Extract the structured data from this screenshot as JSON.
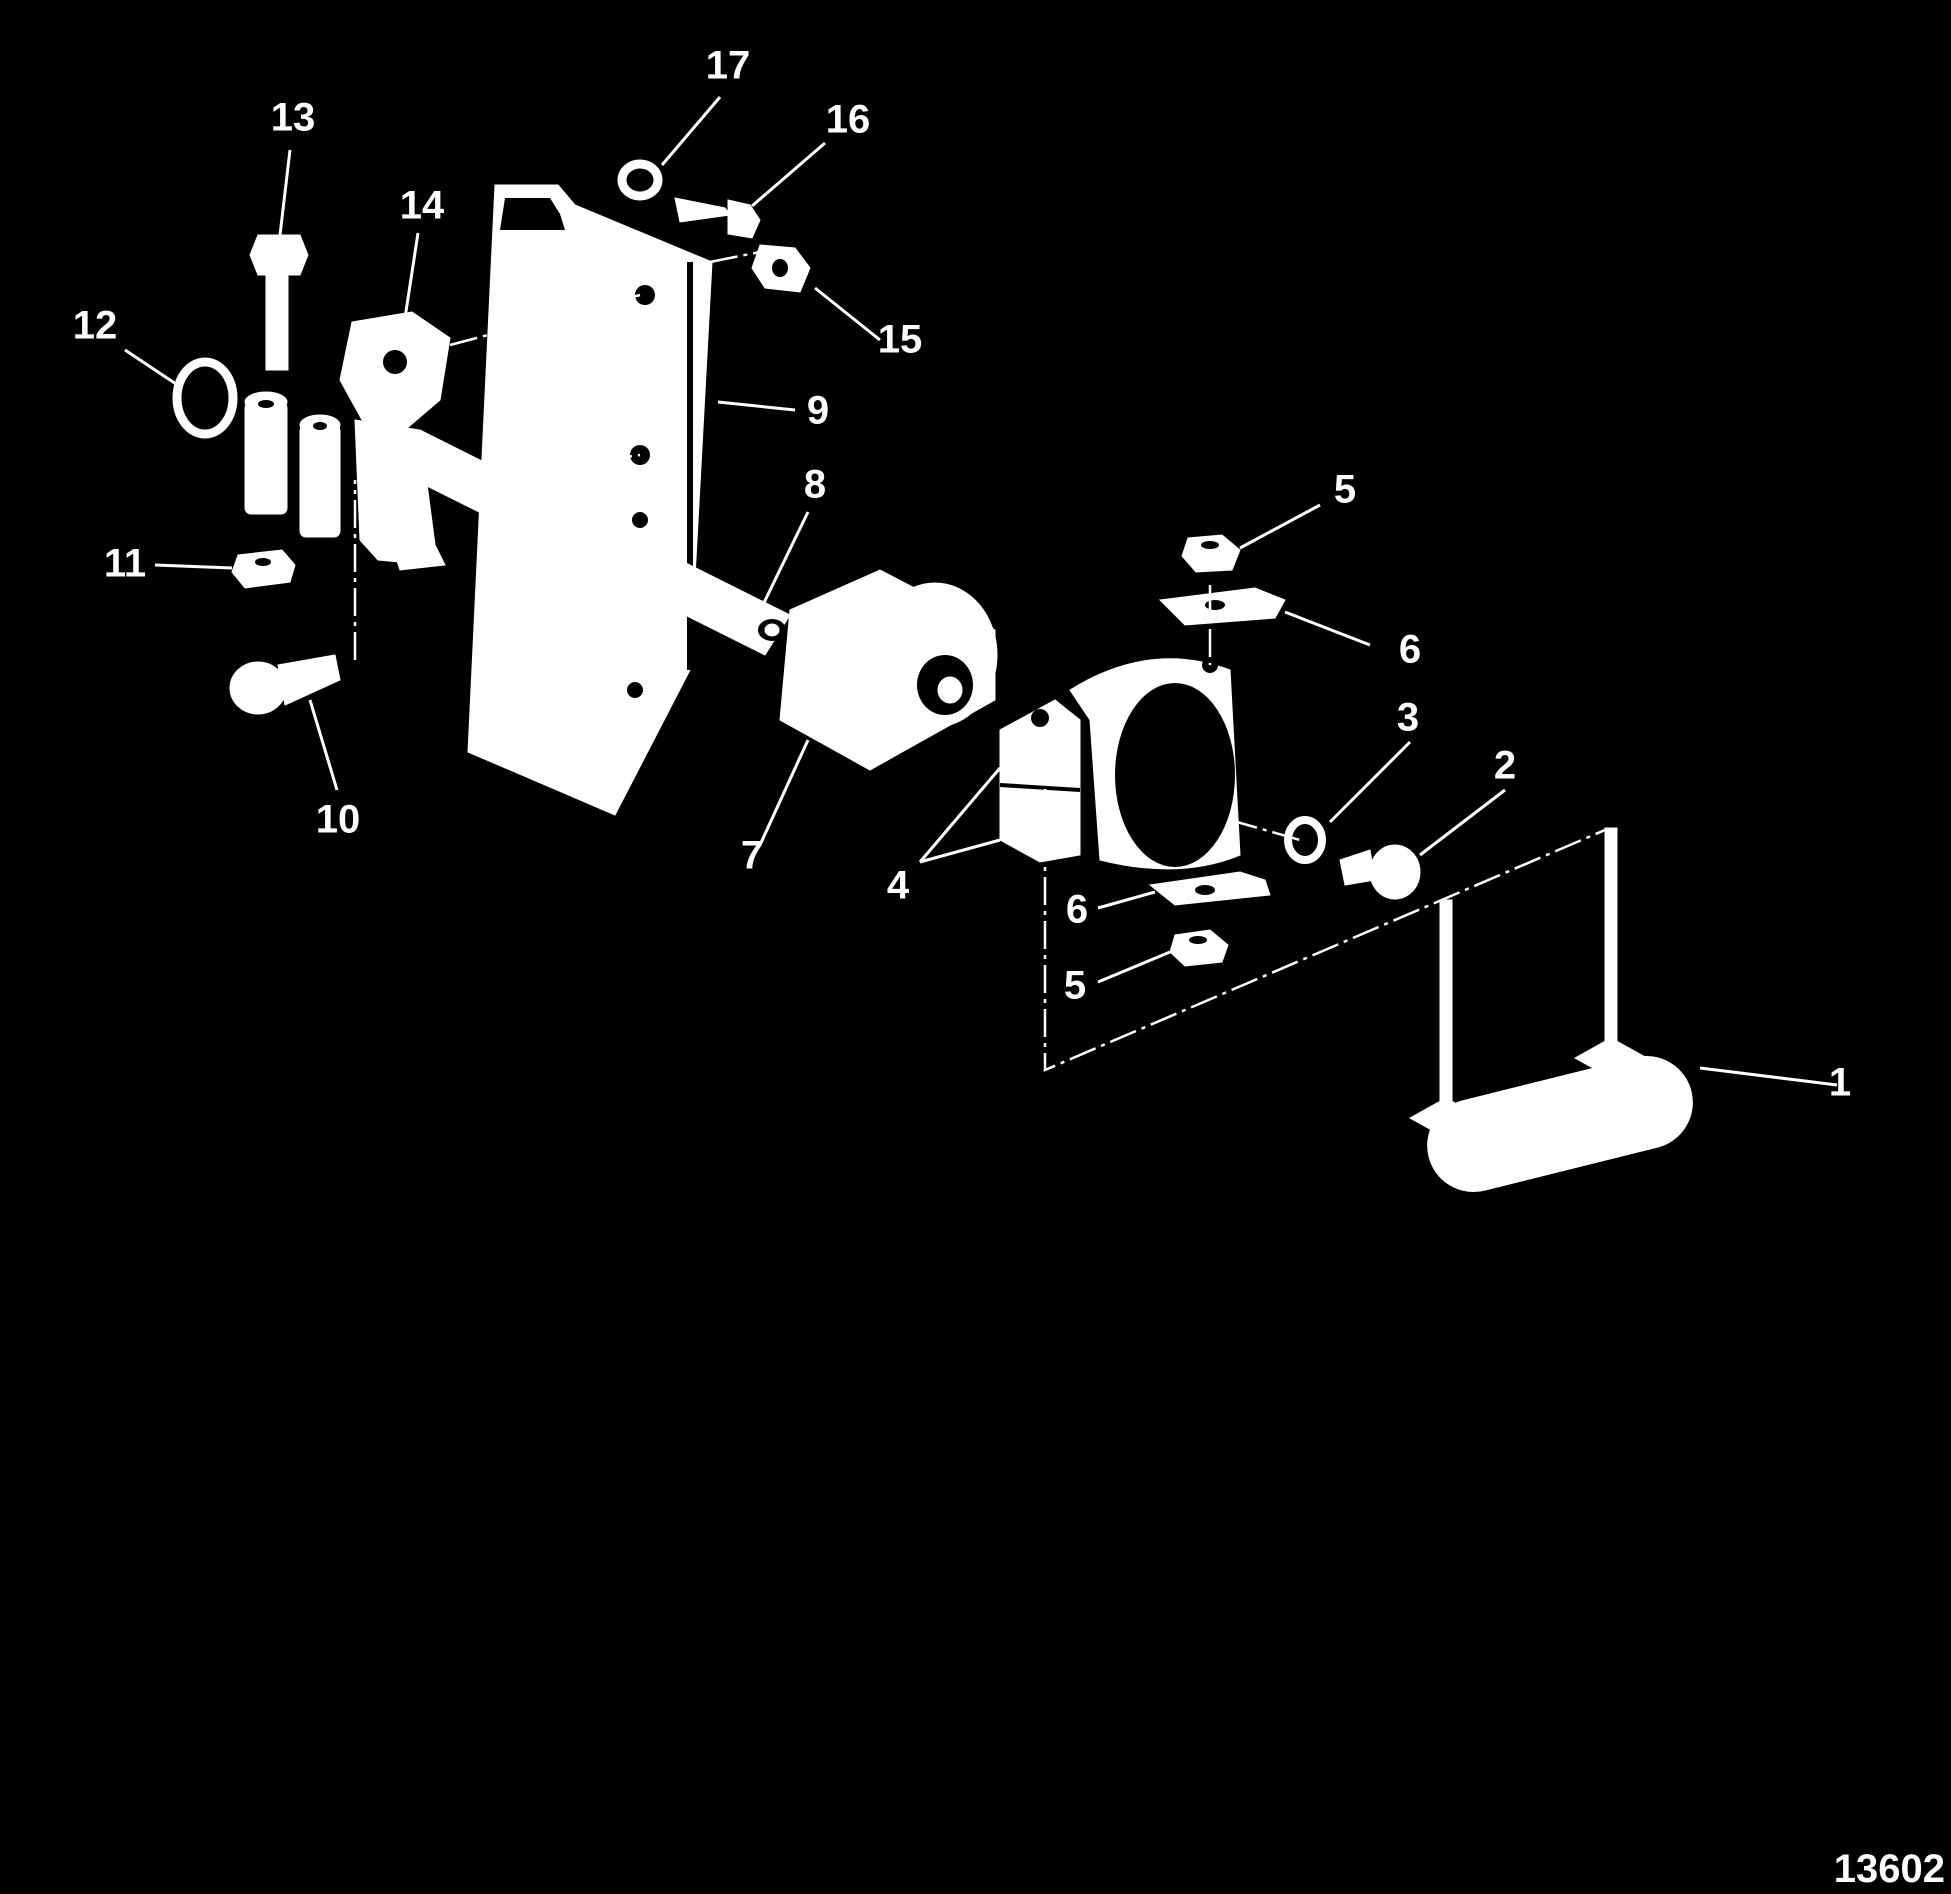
{
  "diagram": {
    "figure_number": "13602",
    "callouts": [
      {
        "id": "c1",
        "label": "1"
      },
      {
        "id": "c2",
        "label": "2"
      },
      {
        "id": "c3",
        "label": "3"
      },
      {
        "id": "c4",
        "label": "4"
      },
      {
        "id": "c5a",
        "label": "5"
      },
      {
        "id": "c5b",
        "label": "5"
      },
      {
        "id": "c6a",
        "label": "6"
      },
      {
        "id": "c6b",
        "label": "6"
      },
      {
        "id": "c7",
        "label": "7"
      },
      {
        "id": "c8",
        "label": "8"
      },
      {
        "id": "c9",
        "label": "9"
      },
      {
        "id": "c10",
        "label": "10"
      },
      {
        "id": "c11",
        "label": "11"
      },
      {
        "id": "c12",
        "label": "12"
      },
      {
        "id": "c13",
        "label": "13"
      },
      {
        "id": "c14",
        "label": "14"
      },
      {
        "id": "c15",
        "label": "15"
      },
      {
        "id": "c16",
        "label": "16"
      },
      {
        "id": "c17",
        "label": "17"
      }
    ]
  }
}
